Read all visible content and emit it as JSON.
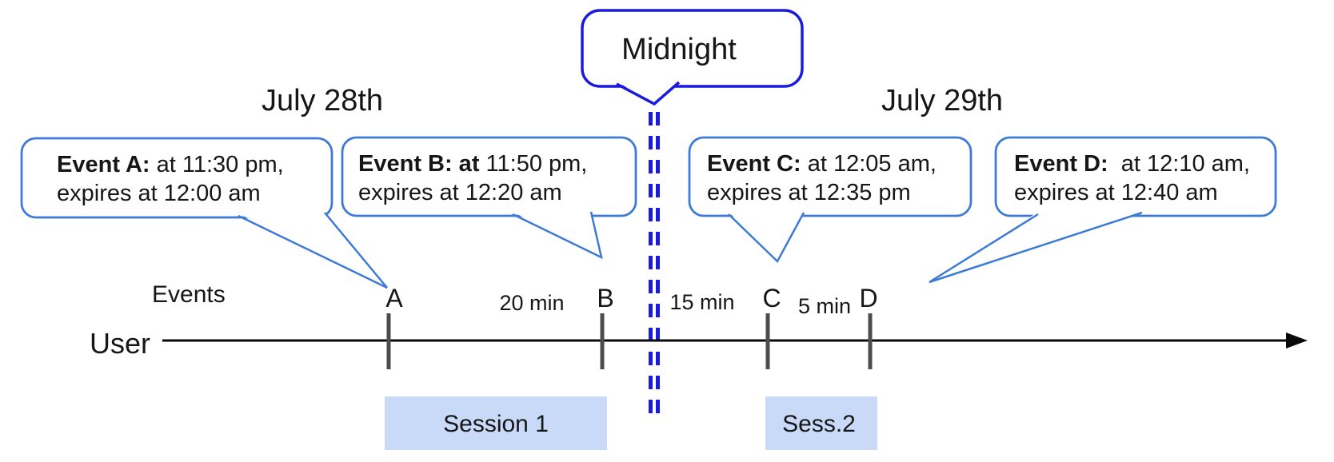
{
  "dates": {
    "left": "July 28th",
    "right": "July 29th"
  },
  "midnight": {
    "label": "Midnight"
  },
  "axis": {
    "events_label": "Events",
    "user_label": "User"
  },
  "event_callouts": [
    {
      "tick": "A",
      "bold": "Event A:",
      "time": " at 11:30 pm,",
      "expires": "expires at 12:00 am"
    },
    {
      "tick": "B",
      "bold": "Event B: at",
      "time": " 11:50 pm,",
      "expires": "expires at 12:20 am"
    },
    {
      "tick": "C",
      "bold": "Event C:",
      "time": " at 12:05 am,",
      "expires": "expires at 12:35 pm"
    },
    {
      "tick": "D",
      "bold": "Event D:",
      "time": "  at 12:10 am,",
      "expires": "expires at 12:40 am"
    }
  ],
  "intervals": [
    {
      "label": "20 min"
    },
    {
      "label": "15 min"
    },
    {
      "label": "5 min"
    }
  ],
  "sessions": [
    {
      "label": "Session 1"
    },
    {
      "label": "Sess.2"
    }
  ],
  "colors": {
    "callout_border": "#3d7ad8",
    "midnight_blue": "#1b1bdf",
    "session_fill": "#c9daf8",
    "tick_gray": "#4c4c4c",
    "axis_black": "#0a0a0a"
  }
}
